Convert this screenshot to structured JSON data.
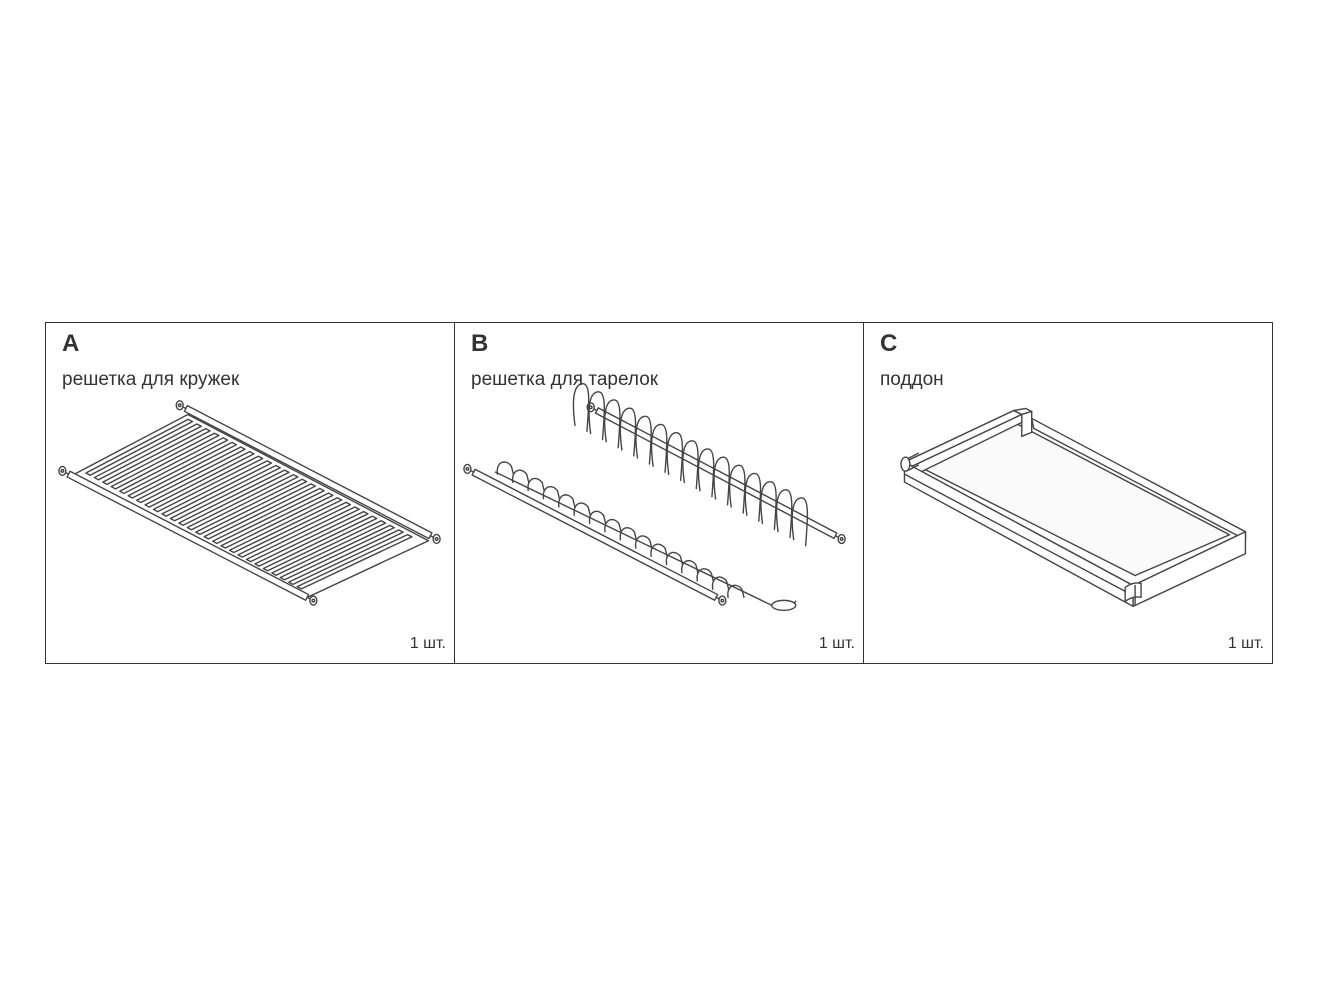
{
  "parts": [
    {
      "letter": "A",
      "name": "решетка для кружек",
      "quantity": "1 шт.",
      "icon": "cup-rack-icon"
    },
    {
      "letter": "B",
      "name": "решетка для тарелок",
      "quantity": "1 шт.",
      "icon": "plate-rack-icon"
    },
    {
      "letter": "C",
      "name": "поддон",
      "quantity": "1 шт.",
      "icon": "drip-tray-icon"
    }
  ],
  "colors": {
    "line": "#333333",
    "background": "#ffffff"
  }
}
